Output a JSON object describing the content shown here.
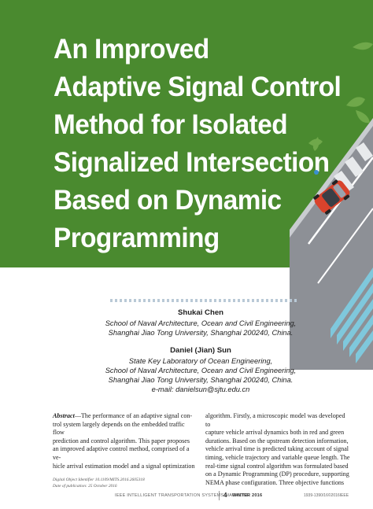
{
  "title_lines": [
    "An Improved",
    "Adaptive Signal Control",
    "Method for Isolated",
    "Signalized Intersection",
    "Based on Dynamic",
    "Programming"
  ],
  "authors": [
    {
      "name": "Shukai Chen",
      "affiliation_lines": [
        "School of Naval Architecture, Ocean and Civil Engineering,",
        "Shanghai Jiao Tong University, Shanghai 200240, China."
      ]
    },
    {
      "name": "Daniel (Jian) Sun",
      "affiliation_lines": [
        "State Key Laboratory of Ocean Engineering,",
        "School of Naval Architecture, Ocean and Civil Engineering,",
        "Shanghai Jiao Tong University, Shanghai 200240, China.",
        "e-mail: danielsun@sjtu.edu.cn"
      ]
    }
  ],
  "abstract": {
    "label": "Abstract",
    "dash": "—",
    "lines": [
      "The performance of an adaptive signal con-",
      "trol system largely depends on the embedded traffic flow",
      "prediction and control algorithm. This paper proposes",
      "an improved adaptive control method, comprised of a ve-",
      "hicle arrival estimation model and a signal optimization"
    ]
  },
  "meta": {
    "doi_line": "Digital Object Identifier 10.1109/MITS.2016.2605318",
    "date_line": "Date of publication: 25 October 2016"
  },
  "right_column_lines": [
    "algorithm. Firstly, a microscopic model was developed to",
    "capture vehicle arrival dynamics both in red and green",
    "durations. Based on the upstream detection information,",
    "vehicle arrival time is predicted taking account of signal",
    "timing, vehicle trajectory and variable queue length. The",
    "real-time signal control algorithm was formulated based",
    "on a Dynamic Programming (DP) procedure, supporting",
    "NEMA phase configuration. Three objective functions"
  ],
  "footer": {
    "magazine": "IEEE INTELLIGENT TRANSPORTATION SYSTEMS MAGAZINE",
    "page": "4",
    "season": "WINTER 2016",
    "doi": "1939-1390/16©2016IEEE"
  },
  "colors": {
    "hero_green": "#4a8a2f",
    "road_gray": "#8d9096",
    "crosswalk": "#7fc8dc",
    "car_red": "#d8432c"
  }
}
